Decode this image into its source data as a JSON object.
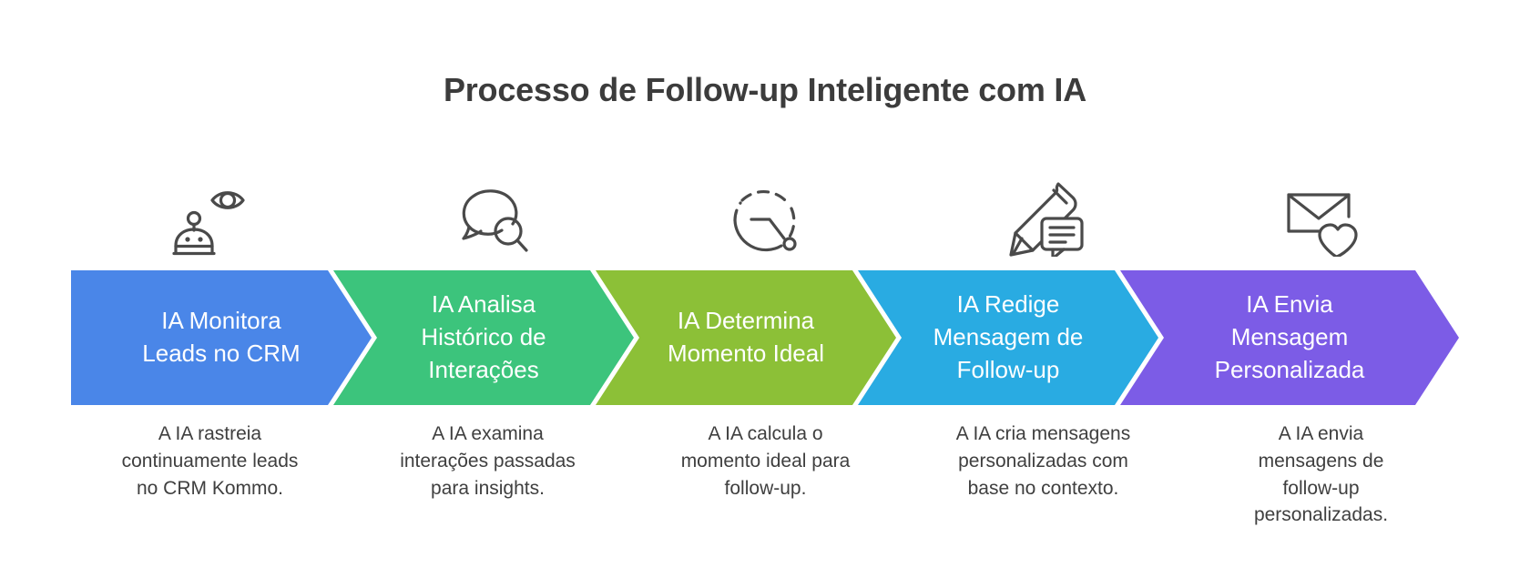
{
  "title": "Processo de Follow-up Inteligente com IA",
  "colors": {
    "title_text": "#3c3c3c",
    "caption_text": "#3f3f3f",
    "icon_stroke": "#4a4a4a",
    "chevron_text": "#ffffff",
    "background": "#ffffff"
  },
  "chart_data": {
    "type": "process-flow",
    "title": "Processo de Follow-up Inteligente com IA",
    "orientation": "horizontal",
    "step_count": 5,
    "steps": [
      {
        "order": 1,
        "label": "IA Monitora\nLeads no CRM",
        "caption": "A IA rastreia\ncontinuamente leads\nno CRM Kommo.",
        "color": "#4a86e8",
        "icon": "robot-eye-icon"
      },
      {
        "order": 2,
        "label": "IA Analisa\nHistórico de\nInterações",
        "caption": "A IA examina\ninterações passadas\npara insights.",
        "color": "#3cc47c",
        "icon": "chat-search-icon"
      },
      {
        "order": 3,
        "label": "IA Determina\nMomento Ideal",
        "caption": "A IA calcula o\nmomento ideal para\nfollow-up.",
        "color": "#8cc037",
        "icon": "clock-timing-icon"
      },
      {
        "order": 4,
        "label": "IA Redige\nMensagem de\nFollow-up",
        "caption": "A IA cria mensagens\npersonalizadas com\nbase no contexto.",
        "color": "#29abe2",
        "icon": "pencil-message-icon"
      },
      {
        "order": 5,
        "label": "IA Envia\nMensagem\nPersonalizada",
        "caption": "A IA envia\nmensagens de\nfollow-up\npersonalizadas.",
        "color": "#7c5ce6",
        "icon": "envelope-heart-icon"
      }
    ]
  }
}
